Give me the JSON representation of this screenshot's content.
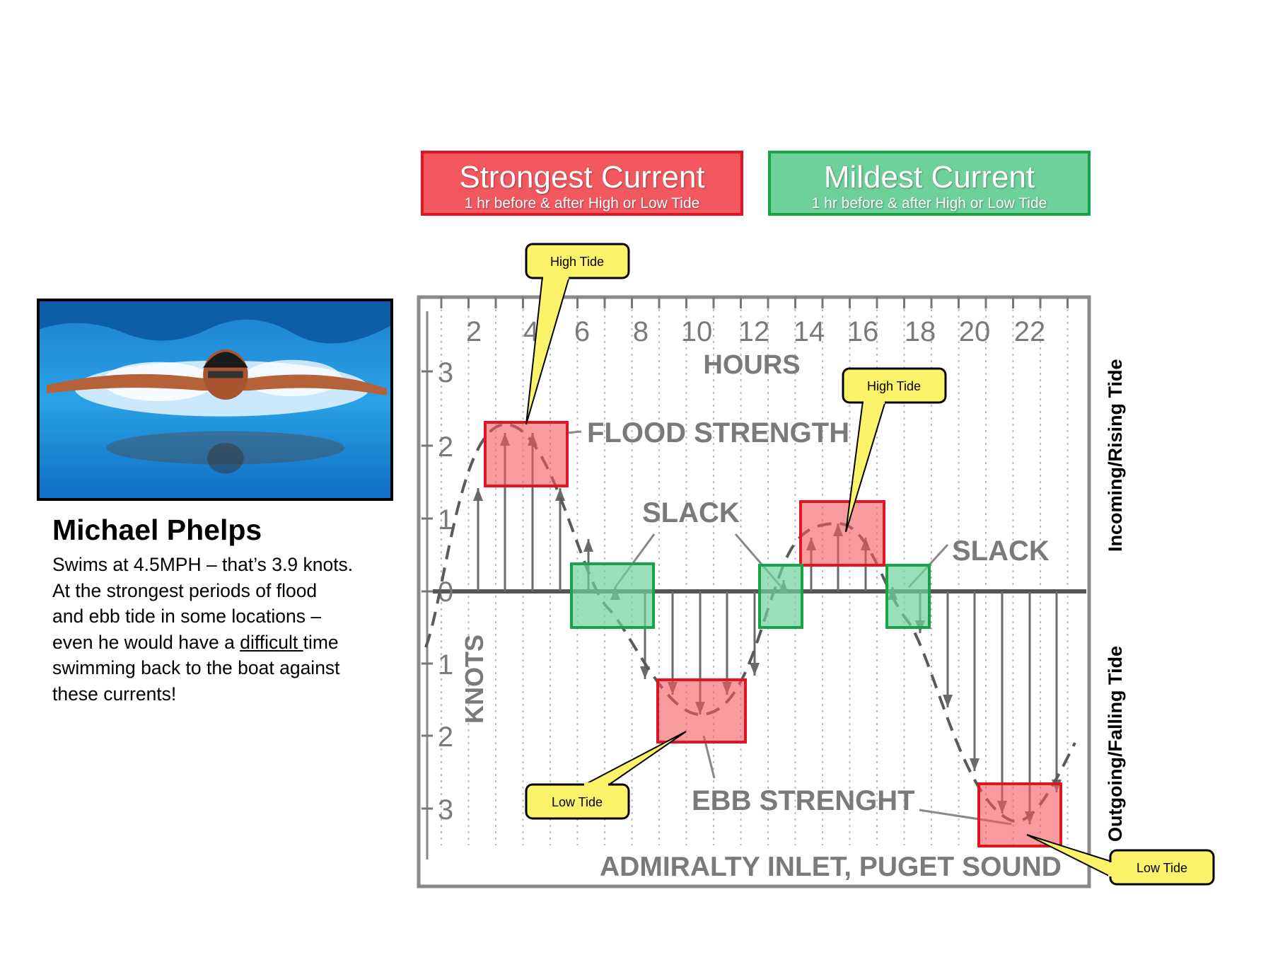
{
  "legend": {
    "strongest": {
      "title": "Strongest Current",
      "subtitle": "1 hr before & after High or Low Tide",
      "color": "#f2595f"
    },
    "mildest": {
      "title": "Mildest Current",
      "subtitle": "1 hr before & after High or Low Tide",
      "color": "#6fd19a"
    }
  },
  "swimmer": {
    "name": "Michael Phelps",
    "line1": "Swims at 4.5MPH – that’s 3.9 knots.",
    "line2": "At the strongest periods of flood",
    "line3": "and ebb tide in some locations –",
    "line4a": "even he would have a ",
    "line4b": "difficult ",
    "line4c": "time",
    "line5": "swimming back to the boat against",
    "line6": "these currents!"
  },
  "diagram": {
    "hours_label": "HOURS",
    "knots_label": "KNOTS",
    "hour_ticks": [
      "2",
      "4",
      "6",
      "8",
      "10",
      "12",
      "14",
      "16",
      "18",
      "20",
      "22"
    ],
    "knot_ticks": [
      "3",
      "2",
      "1",
      "0",
      "1",
      "2",
      "3"
    ],
    "flood_label": "FLOOD STRENGTH",
    "slack_label_1": "SLACK",
    "slack_label_2": "SLACK",
    "ebb_label": "EBB STRENGHT",
    "footer": "ADMIRALTY INLET, PUGET SOUND",
    "callouts": {
      "high_tide_1": "High Tide",
      "high_tide_2": "High Tide",
      "low_tide_1": "Low Tide",
      "low_tide_2": "Low Tide"
    },
    "incoming_label": "Incoming/Rising Tide",
    "outgoing_label": "Outgoing/Falling Tide"
  }
}
